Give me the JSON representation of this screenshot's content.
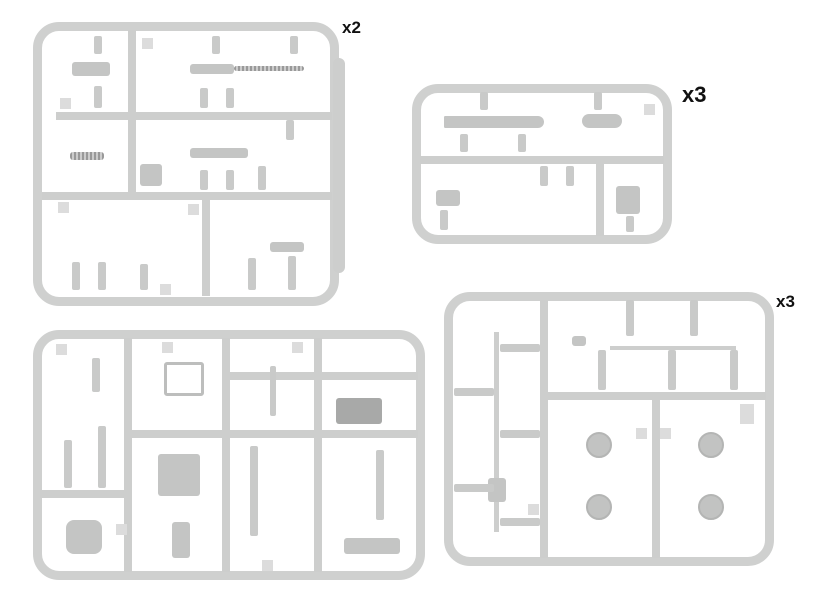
{
  "labels": {
    "sprue_a_count": "x2",
    "sprue_b_count": "x3",
    "sprue_d_count": "x3"
  },
  "colors": {
    "plastic": "#cfd0cf",
    "part": "#c4c5c4",
    "background": "#ffffff"
  }
}
